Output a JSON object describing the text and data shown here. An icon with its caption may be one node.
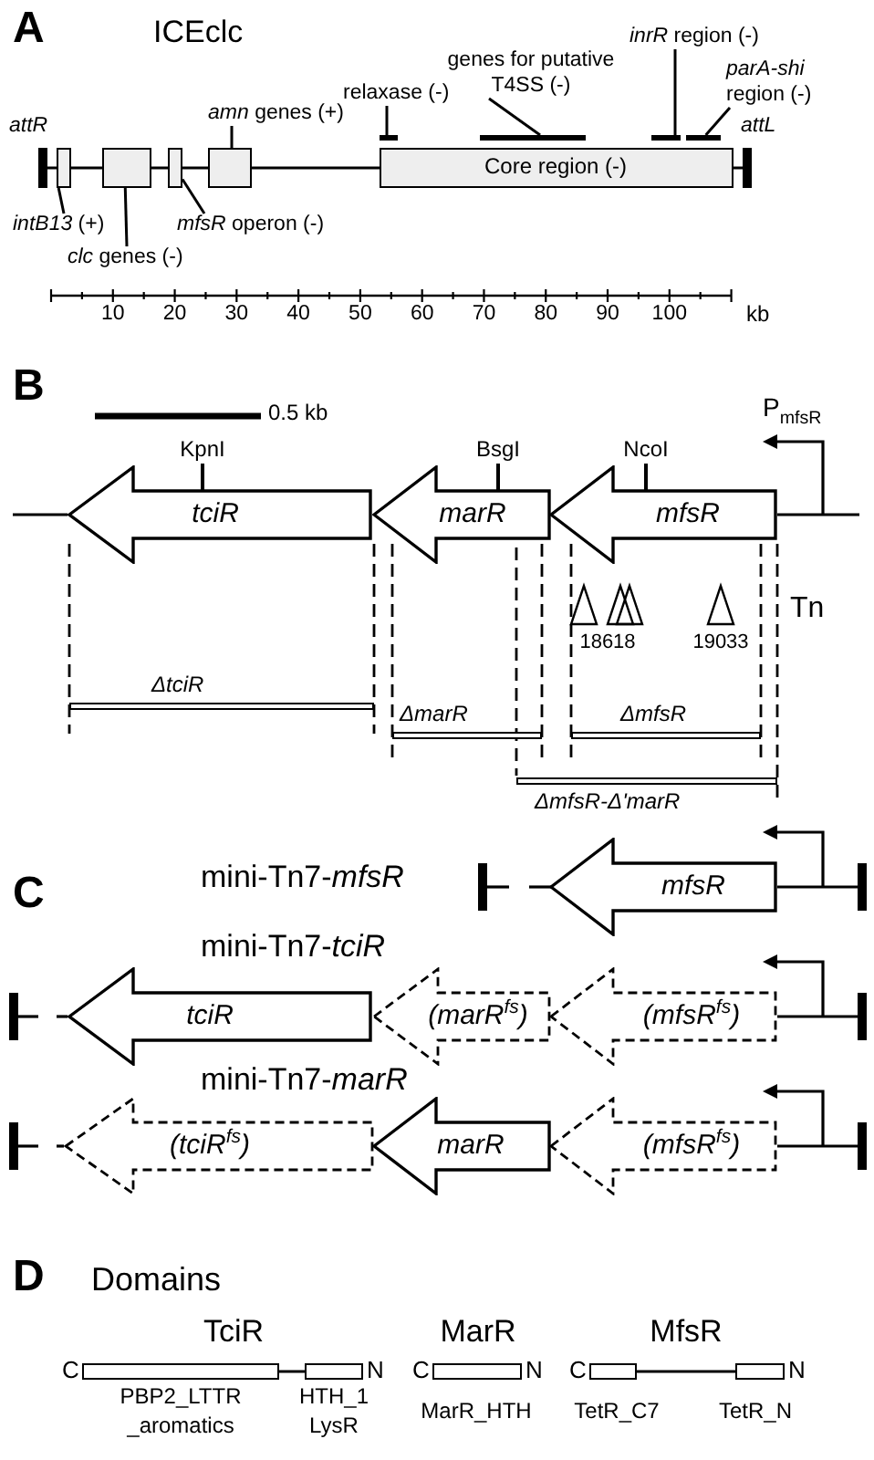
{
  "diagram": {
    "nodes": [
      {
        "text": [
          "attR"
        ]
      },
      {
        "text": [],
        "shape": "box"
      },
      {
        "text": [
          "*intB13* (+)"
        ]
      },
      {
        "text": [],
        "shape": "box"
      },
      {
        "text": [
          "*clc* genes (-)"
        ]
      },
      {
        "text": [],
        "shape": "box"
      },
      {
        "text": [
          "*mfsR* operon (-)"
        ]
      },
      {
        "text": [],
        "shape": "box"
      },
      {
        "text": [
          "*amn* genes (+)"
        ]
      },
      {
        "text": [
          "Core region (-)"
        ]
      },
      {
        "text": [],
        "shape": "bar"
      },
      {
        "text": [
          "relaxase (-)"
        ]
      },
      {
        "text": [],
        "shape": "bar"
      },
      {
        "text": [
          "genes for putative T4SS (-)"
        ]
      },
      {
        "text": [],
        "shape": "bar"
      },
      {
        "text": [
          "*inrR* region (-)"
        ]
      },
      {
        "text": [],
        "shape": "bar"
      },
      {
        "text": [
          "*parA-shi* region (-)"
        ]
      },
      {
        "text": [
          "attL"
        ]
      },
      {
        "text": [
          "tciR"
        ],
        "beside": [
          "KpnI"
        ]
      },
      {
        "text": [
          "marR"
        ],
        "beside": [
          "BsgI"
        ]
      },
      {
        "text": [
          "mfsR"
        ],
        "beside": [
          "NcoI"
        ]
      },
      {
        "text": [
          "ΔtciR"
        ]
      },
      {
        "text": [
          "ΔmarR"
        ]
      },
      {
        "text": [
          "ΔmfsR"
        ]
      },
      {
        "text": [
          "ΔmfsR-Δ'marR"
        ]
      },
      {
        "text": [
          "mfsR"
        ]
      },
      {
        "text": [
          "tciR"
        ]
      },
      {
        "text": [
          "(marR$^{fs}$)"
        ]
      },
      {
        "text": [
          "(mfsR$^{fs}$)"
        ]
      },
      {
        "text": [
          "(tciR$^{fs}$)"
        ]
      },
      {
        "text": [
          "marR"
        ]
      },
      {
        "text": [
          "(mfsR$^{fs}$)"
        ]
      },
      {
        "text": [
          "PBP2_LTTR _aromatics"
        ],
        "beside": [
          "C"
        ]
      },
      {
        "text": [
          "HTH_1 LysR"
        ],
        "beside": [
          "N"
        ]
      },
      {
        "text": [
          "MarR_HTH"
        ],
        "beside": [
          "C",
          "N"
        ]
      },
      {
        "text": [
          "TetR_C7"
        ],
        "beside": [
          "C"
        ]
      },
      {
        "text": [
          "TetR_N"
        ],
        "beside": [
          "N"
        ]
      }
    ],
    "edges": [
      {
        "from": 0,
        "to": 1,
        "arrow": "none"
      },
      {
        "from": 1,
        "to": 3,
        "arrow": "none"
      },
      {
        "from": 3,
        "to": 5,
        "arrow": "none"
      },
      {
        "from": 5,
        "to": 7,
        "arrow": "none"
      },
      {
        "from": 7,
        "to": 9,
        "arrow": "none"
      },
      {
        "from": 9,
        "to": 18,
        "arrow": "none"
      },
      {
        "from": 2,
        "to": 1,
        "arrow": "none"
      },
      {
        "from": 4,
        "to": 3,
        "arrow": "none"
      },
      {
        "from": 6,
        "to": 5,
        "arrow": "none"
      },
      {
        "from": 8,
        "to": 7,
        "arrow": "none"
      },
      {
        "from": 11,
        "to": 10,
        "arrow": "none"
      },
      {
        "from": 13,
        "to": 12,
        "arrow": "none"
      },
      {
        "from": 15,
        "to": 14,
        "arrow": "none"
      },
      {
        "from": 17,
        "to": 16,
        "arrow": "none"
      },
      {
        "from": 33,
        "to": 34,
        "arrow": "none"
      },
      {
        "from": 36,
        "to": 37,
        "arrow": "none"
      }
    ],
    "labels": [
      "A",
      "ICEclc",
      "10",
      "20",
      "30",
      "40",
      "50",
      "60",
      "70",
      "80",
      "90",
      "100",
      "kb",
      "B",
      "0.5 kb",
      "P$_{mfsR}$",
      "Tn",
      "18618",
      "19033",
      "C",
      "mini-Tn7-*mfsR*",
      "mini-Tn7-*tciR*",
      "mini-Tn7-*marR*",
      "D",
      "Domains",
      "TciR",
      "MarR",
      "MfsR"
    ]
  }
}
